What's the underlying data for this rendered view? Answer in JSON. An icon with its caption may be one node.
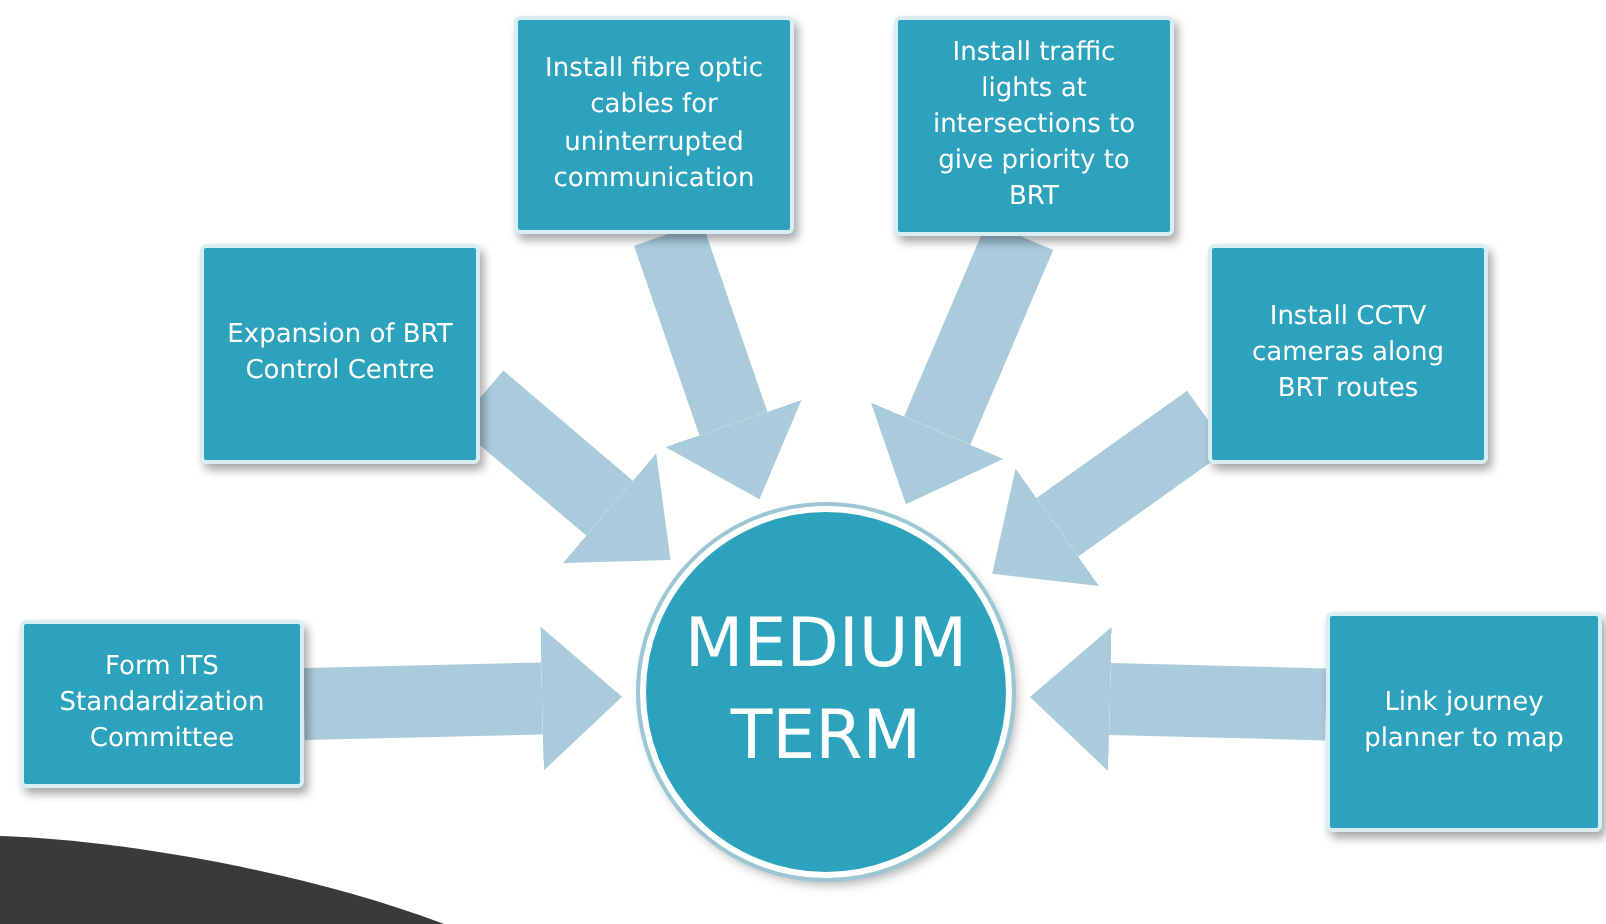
{
  "diagram": {
    "nodes": [
      {
        "text": [
          "MEDIUM TERM"
        ]
      },
      {
        "text": [
          "Form ITS Standardization Committee"
        ]
      },
      {
        "text": [
          "Expansion of BRT Control Centre"
        ]
      },
      {
        "text": [
          "Install fibre optic cables for uninterrupted communication"
        ]
      },
      {
        "text": [
          "Install traffic lights at intersections to give priority to BRT"
        ]
      },
      {
        "text": [
          "Install CCTV cameras along BRT routes"
        ]
      },
      {
        "text": [
          "Link journey planner to map"
        ]
      }
    ],
    "edges": [
      {
        "from": 1,
        "to": 0,
        "arrow": "to"
      },
      {
        "from": 2,
        "to": 0,
        "arrow": "to"
      },
      {
        "from": 3,
        "to": 0,
        "arrow": "to"
      },
      {
        "from": 4,
        "to": 0,
        "arrow": "to"
      },
      {
        "from": 5,
        "to": 0,
        "arrow": "to"
      },
      {
        "from": 6,
        "to": 0,
        "arrow": "to"
      }
    ]
  }
}
